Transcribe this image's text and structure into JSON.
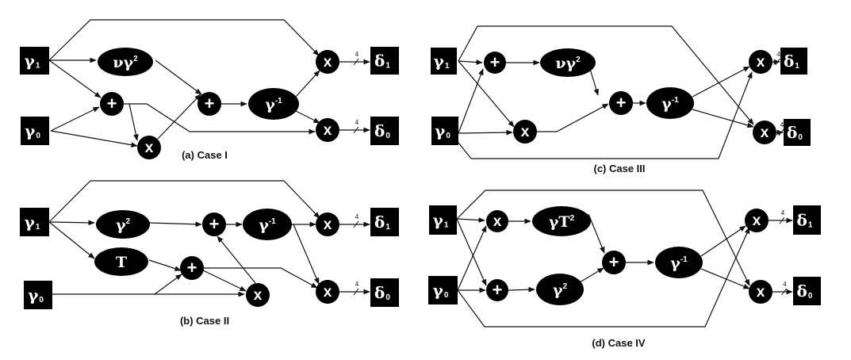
{
  "figure": {
    "panels": [
      {
        "id": "a",
        "caption": "(a) Case I",
        "inputs": [
          {
            "id": "g1",
            "label": "γ",
            "sub": "1"
          },
          {
            "id": "g0",
            "label": "γ",
            "sub": "0"
          }
        ],
        "outputs": [
          {
            "id": "d1",
            "label": "δ",
            "sub": "1"
          },
          {
            "id": "d0",
            "label": "δ",
            "sub": "0"
          }
        ],
        "ops": [
          {
            "id": "f1",
            "kind": "function",
            "label": "νγ²"
          },
          {
            "id": "add1",
            "kind": "operator",
            "label": "+"
          },
          {
            "id": "mul1",
            "kind": "operator",
            "label": "x"
          },
          {
            "id": "add2",
            "kind": "operator",
            "label": "+"
          },
          {
            "id": "inv",
            "kind": "function",
            "label": "γ⁻¹"
          },
          {
            "id": "mulo1",
            "kind": "operator",
            "label": "x"
          },
          {
            "id": "mulo0",
            "kind": "operator",
            "label": "x"
          }
        ],
        "bus_width": "4"
      },
      {
        "id": "b",
        "caption": "(b) Case II",
        "inputs": [
          {
            "id": "g1",
            "label": "γ",
            "sub": "1"
          },
          {
            "id": "g0",
            "label": "γ",
            "sub": "0"
          }
        ],
        "outputs": [
          {
            "id": "d1",
            "label": "δ",
            "sub": "1"
          },
          {
            "id": "d0",
            "label": "δ",
            "sub": "0"
          }
        ],
        "ops": [
          {
            "id": "f1",
            "kind": "function",
            "label": "γ²"
          },
          {
            "id": "t",
            "kind": "function",
            "label": "T"
          },
          {
            "id": "add2",
            "kind": "operator",
            "label": "+"
          },
          {
            "id": "inv",
            "kind": "function",
            "label": "γ⁻¹"
          },
          {
            "id": "add1",
            "kind": "operator",
            "label": "+"
          },
          {
            "id": "mul1",
            "kind": "operator",
            "label": "x"
          },
          {
            "id": "mulo1",
            "kind": "operator",
            "label": "x"
          },
          {
            "id": "mulo0",
            "kind": "operator",
            "label": "x"
          }
        ],
        "bus_width": "4"
      },
      {
        "id": "c",
        "caption": "(c) Case III",
        "inputs": [
          {
            "id": "g1",
            "label": "γ",
            "sub": "1"
          },
          {
            "id": "g0",
            "label": "γ",
            "sub": "0"
          }
        ],
        "outputs": [
          {
            "id": "d1",
            "label": "δ",
            "sub": "1"
          },
          {
            "id": "d0",
            "label": "δ",
            "sub": "0"
          }
        ],
        "ops": [
          {
            "id": "add1",
            "kind": "operator",
            "label": "+"
          },
          {
            "id": "f1",
            "kind": "function",
            "label": "νγ²"
          },
          {
            "id": "mul1",
            "kind": "operator",
            "label": "x"
          },
          {
            "id": "add2",
            "kind": "operator",
            "label": "+"
          },
          {
            "id": "inv",
            "kind": "function",
            "label": "γ⁻¹"
          },
          {
            "id": "mulo1",
            "kind": "operator",
            "label": "x"
          },
          {
            "id": "mulo0",
            "kind": "operator",
            "label": "x"
          }
        ],
        "bus_width": "4"
      },
      {
        "id": "d",
        "caption": "(d) Case IV",
        "inputs": [
          {
            "id": "g1",
            "label": "γ",
            "sub": "1"
          },
          {
            "id": "g0",
            "label": "γ",
            "sub": "0"
          }
        ],
        "outputs": [
          {
            "id": "d1",
            "label": "δ",
            "sub": "1"
          },
          {
            "id": "d0",
            "label": "δ",
            "sub": "0"
          }
        ],
        "ops": [
          {
            "id": "mul1",
            "kind": "operator",
            "label": "x"
          },
          {
            "id": "f1",
            "kind": "function",
            "label": "γT²"
          },
          {
            "id": "add1",
            "kind": "operator",
            "label": "+"
          },
          {
            "id": "f2",
            "kind": "function",
            "label": "γ²"
          },
          {
            "id": "add2",
            "kind": "operator",
            "label": "+"
          },
          {
            "id": "inv",
            "kind": "function",
            "label": "γ⁻¹"
          },
          {
            "id": "mulo1",
            "kind": "operator",
            "label": "x"
          },
          {
            "id": "mulo0",
            "kind": "operator",
            "label": "x"
          }
        ],
        "bus_width": "4"
      }
    ]
  }
}
